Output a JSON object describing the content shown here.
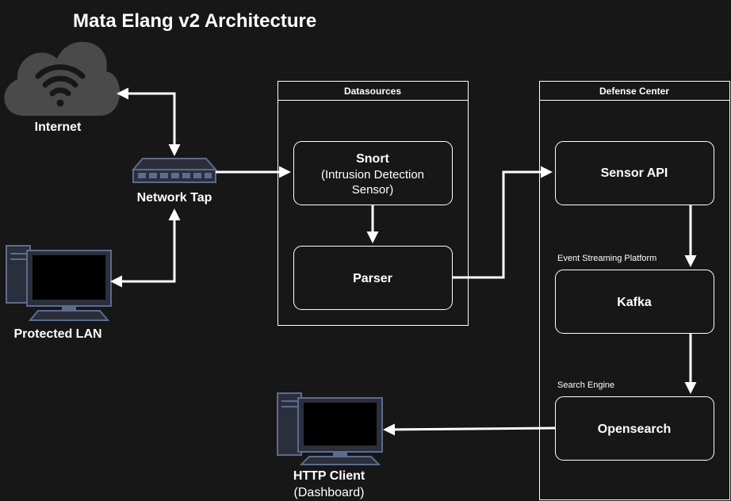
{
  "title": "Mata Elang v2 Architecture",
  "colors": {
    "background": "#171717",
    "stroke": "#ffffff",
    "cloud": "#4a4a4a",
    "device_outline": "#5d6b8f",
    "device_body": "#2b2f3c",
    "screen": "#000000"
  },
  "nodes": {
    "internet": {
      "label": "Internet",
      "icon": "cloud-wifi-icon"
    },
    "network_tap": {
      "label": "Network Tap",
      "icon": "network-switch-icon"
    },
    "protected_lan": {
      "label": "Protected LAN",
      "icon": "computer-icon"
    },
    "http_client": {
      "label": "HTTP Client",
      "sublabel": "(Dashboard)",
      "icon": "computer-icon"
    }
  },
  "groups": {
    "datasources": {
      "label": "Datasources",
      "snort": {
        "title": "Snort",
        "line1": "(Intrusion Detection",
        "line2": "Sensor)"
      },
      "parser": {
        "label": "Parser"
      }
    },
    "defense_center": {
      "label": "Defense Center",
      "sensor_api": {
        "label": "Sensor API"
      },
      "kafka": {
        "label": "Kafka",
        "caption": "Event Streaming Platform"
      },
      "opensearch": {
        "label": "Opensearch",
        "caption": "Search Engine"
      }
    }
  }
}
